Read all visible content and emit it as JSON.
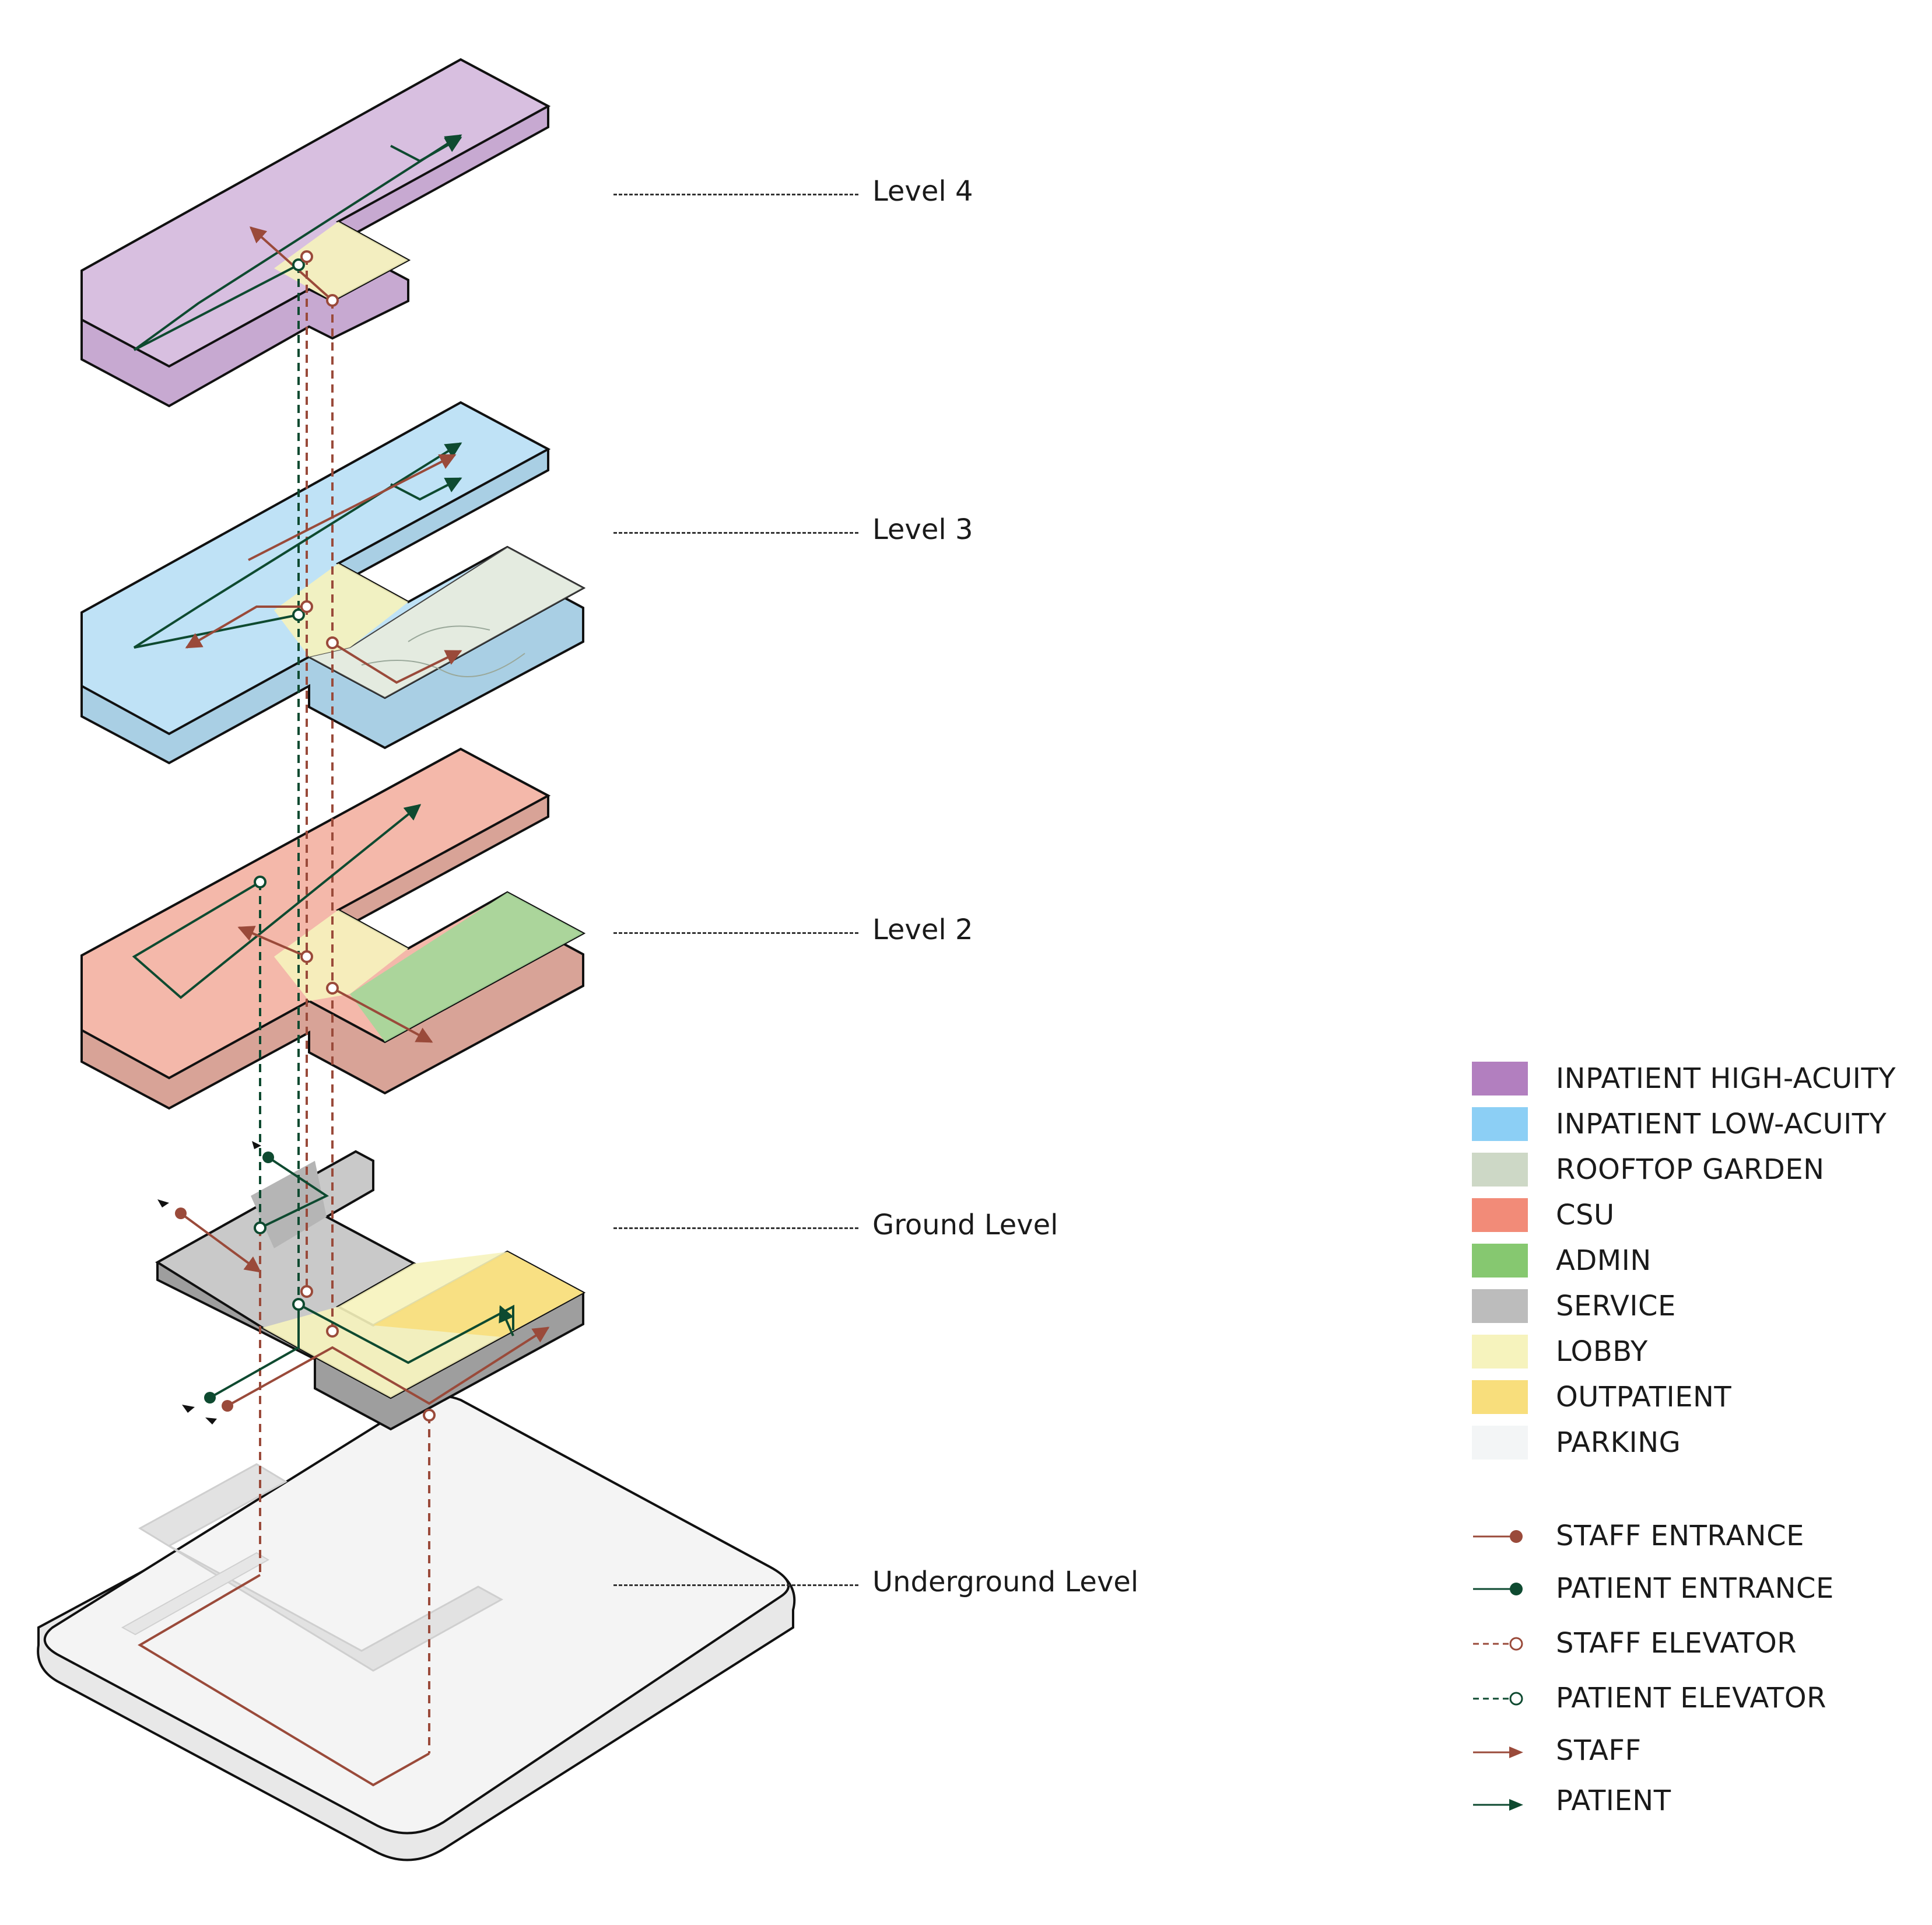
{
  "levels": [
    {
      "id": "level4",
      "label": "Level 4"
    },
    {
      "id": "level3",
      "label": "Level 3"
    },
    {
      "id": "level2",
      "label": "Level 2"
    },
    {
      "id": "ground",
      "label": "Ground Level"
    },
    {
      "id": "underground",
      "label": "Underground Level"
    }
  ],
  "legend": {
    "zones": [
      {
        "label": "INPATIENT HIGH-ACUITY",
        "color": "#b27fbf"
      },
      {
        "label": "INPATIENT LOW-ACUITY",
        "color": "#8ccff5"
      },
      {
        "label": "ROOFTOP GARDEN",
        "color": "#cdd8c6"
      },
      {
        "label": "CSU",
        "color": "#f28b78"
      },
      {
        "label": "ADMIN",
        "color": "#86c870"
      },
      {
        "label": "SERVICE",
        "color": "#bcbcbc"
      },
      {
        "label": "LOBBY",
        "color": "#f6f3bd"
      },
      {
        "label": "OUTPATIENT",
        "color": "#f8de7c"
      },
      {
        "label": "PARKING",
        "color": "#f3f5f6"
      }
    ],
    "flows": [
      {
        "label": "STAFF ENTRANCE",
        "symbol": "staff-entrance-icon",
        "color": "#9a4a3a"
      },
      {
        "label": "PATIENT ENTRANCE",
        "symbol": "patient-entrance-icon",
        "color": "#0e4a30"
      },
      {
        "label": "STAFF ELEVATOR",
        "symbol": "staff-elevator-icon",
        "color": "#9a4a3a"
      },
      {
        "label": "PATIENT ELEVATOR",
        "symbol": "patient-elevator-icon",
        "color": "#0e4a30"
      },
      {
        "label": "STAFF",
        "symbol": "staff-arrow-icon",
        "color": "#9a4a3a"
      },
      {
        "label": "PATIENT",
        "symbol": "patient-arrow-icon",
        "color": "#0e4a30"
      }
    ]
  }
}
